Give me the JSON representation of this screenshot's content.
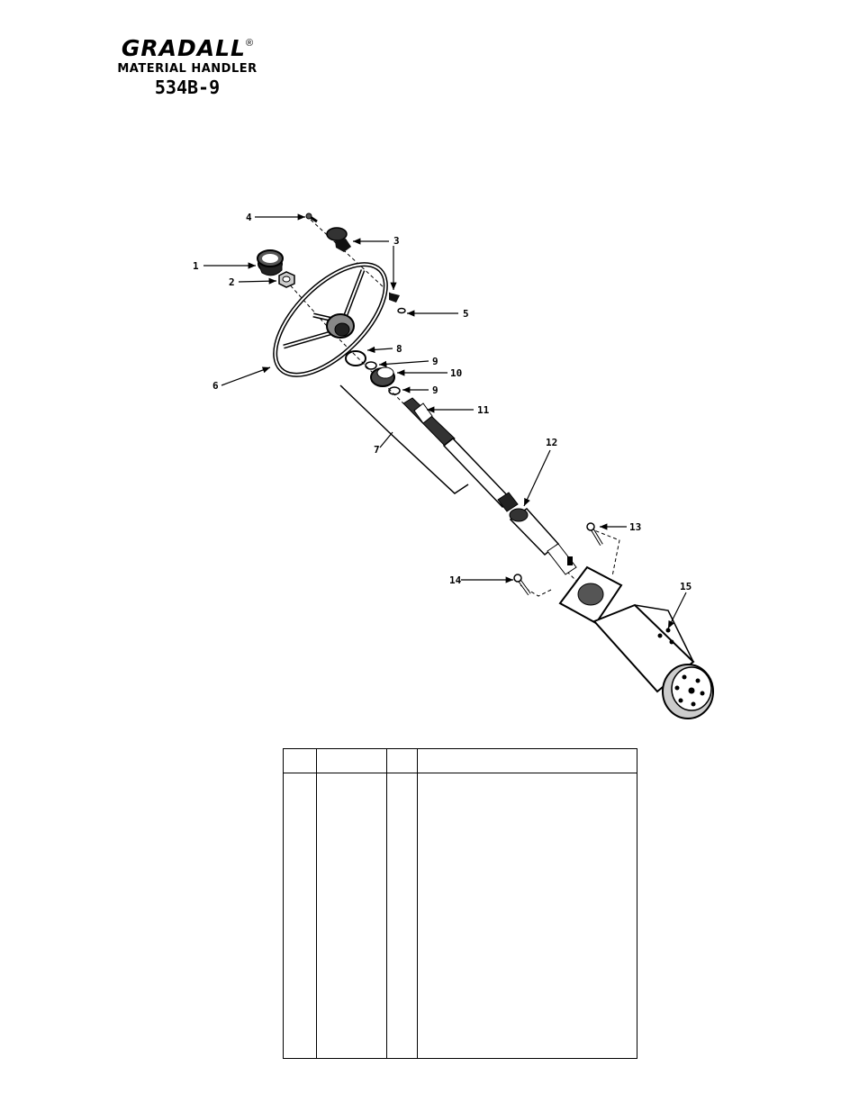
{
  "header": {
    "brand": "GRADALL",
    "registered_mark": "®",
    "subtitle": "MATERIAL HANDLER",
    "model": "534B-9"
  },
  "diagram": {
    "callouts": [
      "1",
      "2",
      "3",
      "4",
      "5",
      "6",
      "7",
      "8",
      "9",
      "10",
      "9",
      "11",
      "12",
      "13",
      "14",
      "15"
    ]
  },
  "parts_table": {
    "headers": [
      "",
      "",
      "",
      ""
    ],
    "rows": []
  }
}
